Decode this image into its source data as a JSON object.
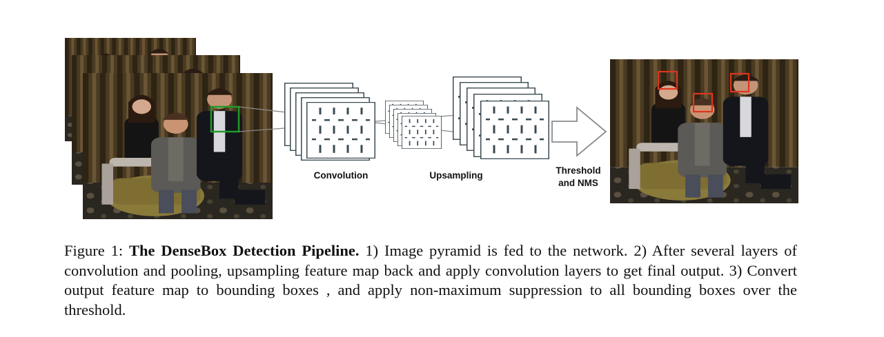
{
  "figure": {
    "stage_labels": {
      "convolution": "Convolution",
      "upsampling": "Upsampling",
      "threshold_line1": "Threshold",
      "threshold_line2": "and NMS"
    },
    "colors": {
      "detection_box": "#e0341e",
      "receptive_field_box": "#1f9a2a",
      "grid_stroke": "#3a4a52"
    }
  },
  "caption": {
    "prefix": "Figure 1: ",
    "title": "The DenseBox Detection Pipeline.",
    "body": " 1) Image pyramid is fed to the network. 2) After several layers of convolution and pooling, upsampling feature map back and apply convolution layers to get final output. 3) Convert output feature map to bounding boxes , and apply non-maximum suppression to all bounding boxes over the threshold."
  }
}
